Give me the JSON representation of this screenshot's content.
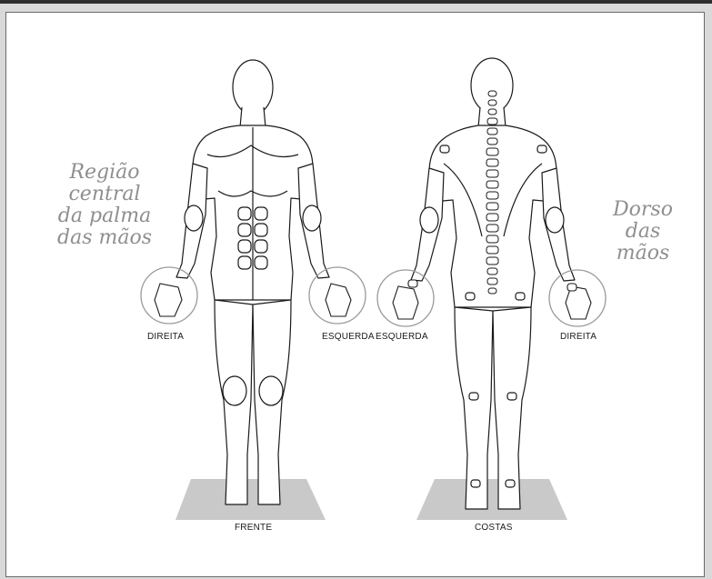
{
  "left_caption_lines": [
    "Região",
    "central",
    "da palma",
    "das mãos"
  ],
  "right_caption_lines": [
    "Dorso",
    "das",
    "mãos"
  ],
  "labels": {
    "front_right_hand": "DIREITA",
    "front_left_hand": "ESQUERDA",
    "back_left_hand": "ESQUERDA",
    "back_right_hand": "DIREITA",
    "front_view": "FRENTE",
    "back_view": "COSTAS"
  },
  "colors": {
    "caption": "#8f8f8f",
    "floor": "#c9c9c9",
    "outline": "#1a1a1a",
    "circle": "#9a9a9a"
  }
}
